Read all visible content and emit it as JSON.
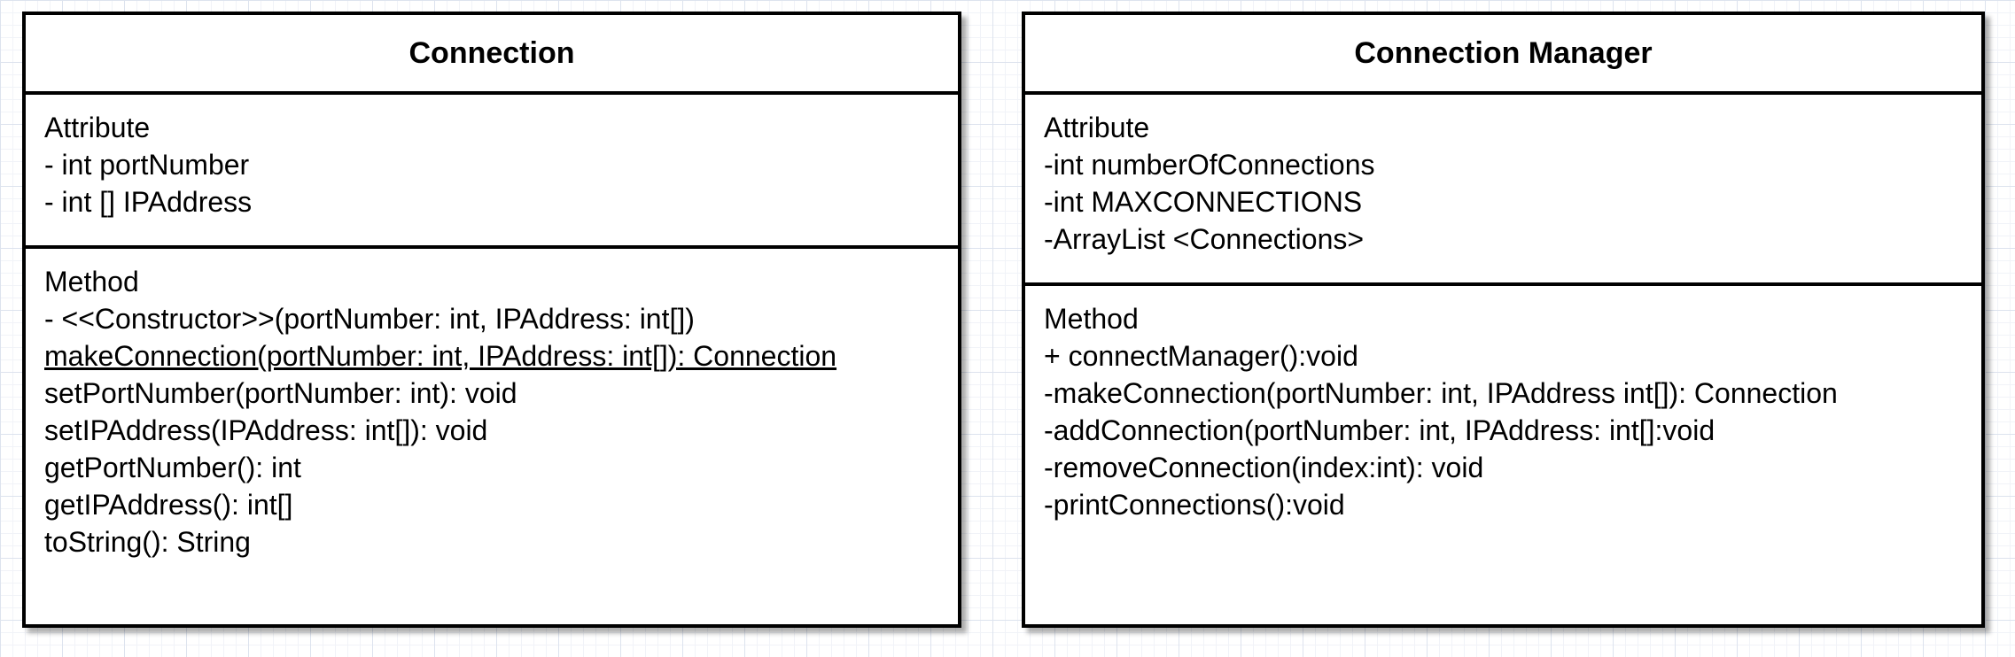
{
  "diagram": {
    "classes": [
      {
        "name": "Connection",
        "attributes_label": "Attribute",
        "attributes": [
          "- int portNumber",
          "- int [] IPAddress"
        ],
        "methods_label": "Method",
        "methods": [
          "- <<Constructor>>(portNumber: int, IPAddress: int[])",
          "makeConnection(portNumber: int, IPAddress: int[]): Connection",
          "setPortNumber(portNumber: int): void",
          "setIPAddress(IPAddress: int[]): void",
          "getPortNumber(): int",
          "getIPAddress(): int[]",
          "toString(): String"
        ]
      },
      {
        "name": "Connection Manager",
        "attributes_label": "Attribute",
        "attributes": [
          "-int numberOfConnections",
          "-int MAXCONNECTIONS",
          "-ArrayList <Connections>"
        ],
        "methods_label": "Method",
        "methods": [
          "+ connectManager():void",
          "-makeConnection(portNumber: int, IPAddress int[]): Connection",
          "-addConnection(portNumber: int, IPAddress: int[]:void",
          "-removeConnection(index:int): void",
          "-printConnections():void"
        ]
      }
    ]
  }
}
